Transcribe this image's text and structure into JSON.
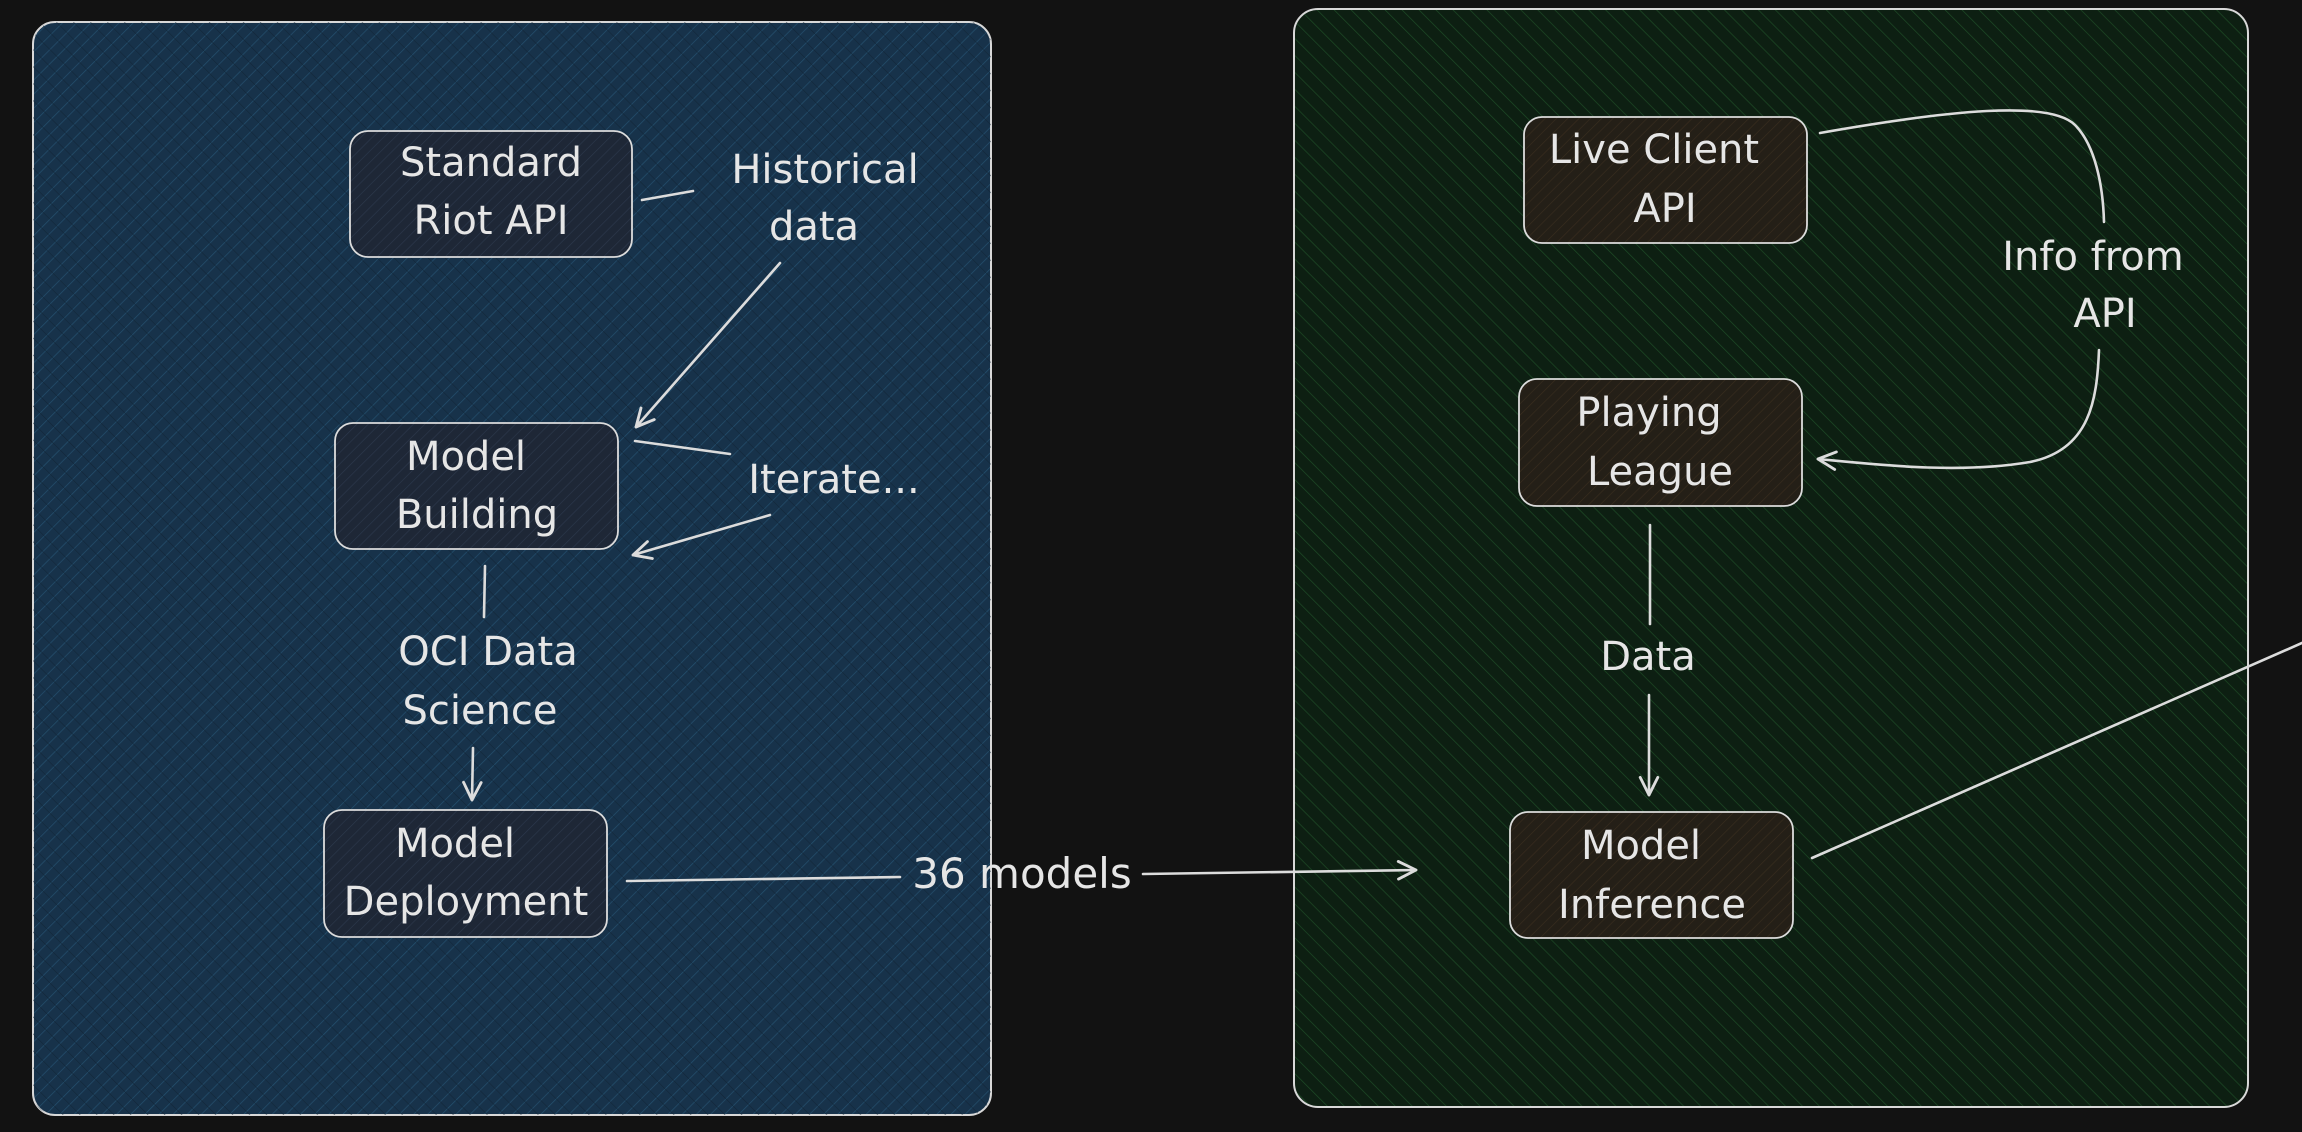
{
  "colors": {
    "canvas": "#121212",
    "stroke": "#dcdcdc",
    "text": "#e6e6e6",
    "left_panel_fill": "#18344a",
    "right_panel_fill": "#0f2a17",
    "left_node_fill": "#1f2a3a",
    "right_node_fill": "#2a2418"
  },
  "left_panel": {
    "nodes": {
      "riot_api": {
        "line1": "Standard",
        "line2": "Riot API"
      },
      "model_building": {
        "line1": "Model",
        "line2": "Building"
      },
      "model_deployment": {
        "line1": "Model",
        "line2": "Deployment"
      }
    },
    "labels": {
      "historical_data": {
        "line1": "Historical",
        "line2": "data"
      },
      "iterate": "Iterate...",
      "oci": {
        "line1": "OCI Data",
        "line2": "Science"
      }
    }
  },
  "right_panel": {
    "nodes": {
      "live_client_api": {
        "line1": "Live Client",
        "line2": "API"
      },
      "playing_league": {
        "line1": "Playing",
        "line2": "League"
      },
      "model_inference": {
        "line1": "Model",
        "line2": "Inference"
      }
    },
    "labels": {
      "info_from_api": {
        "line1": "Info from",
        "line2": "API"
      },
      "data": "Data"
    }
  },
  "connector_label": "36 models"
}
